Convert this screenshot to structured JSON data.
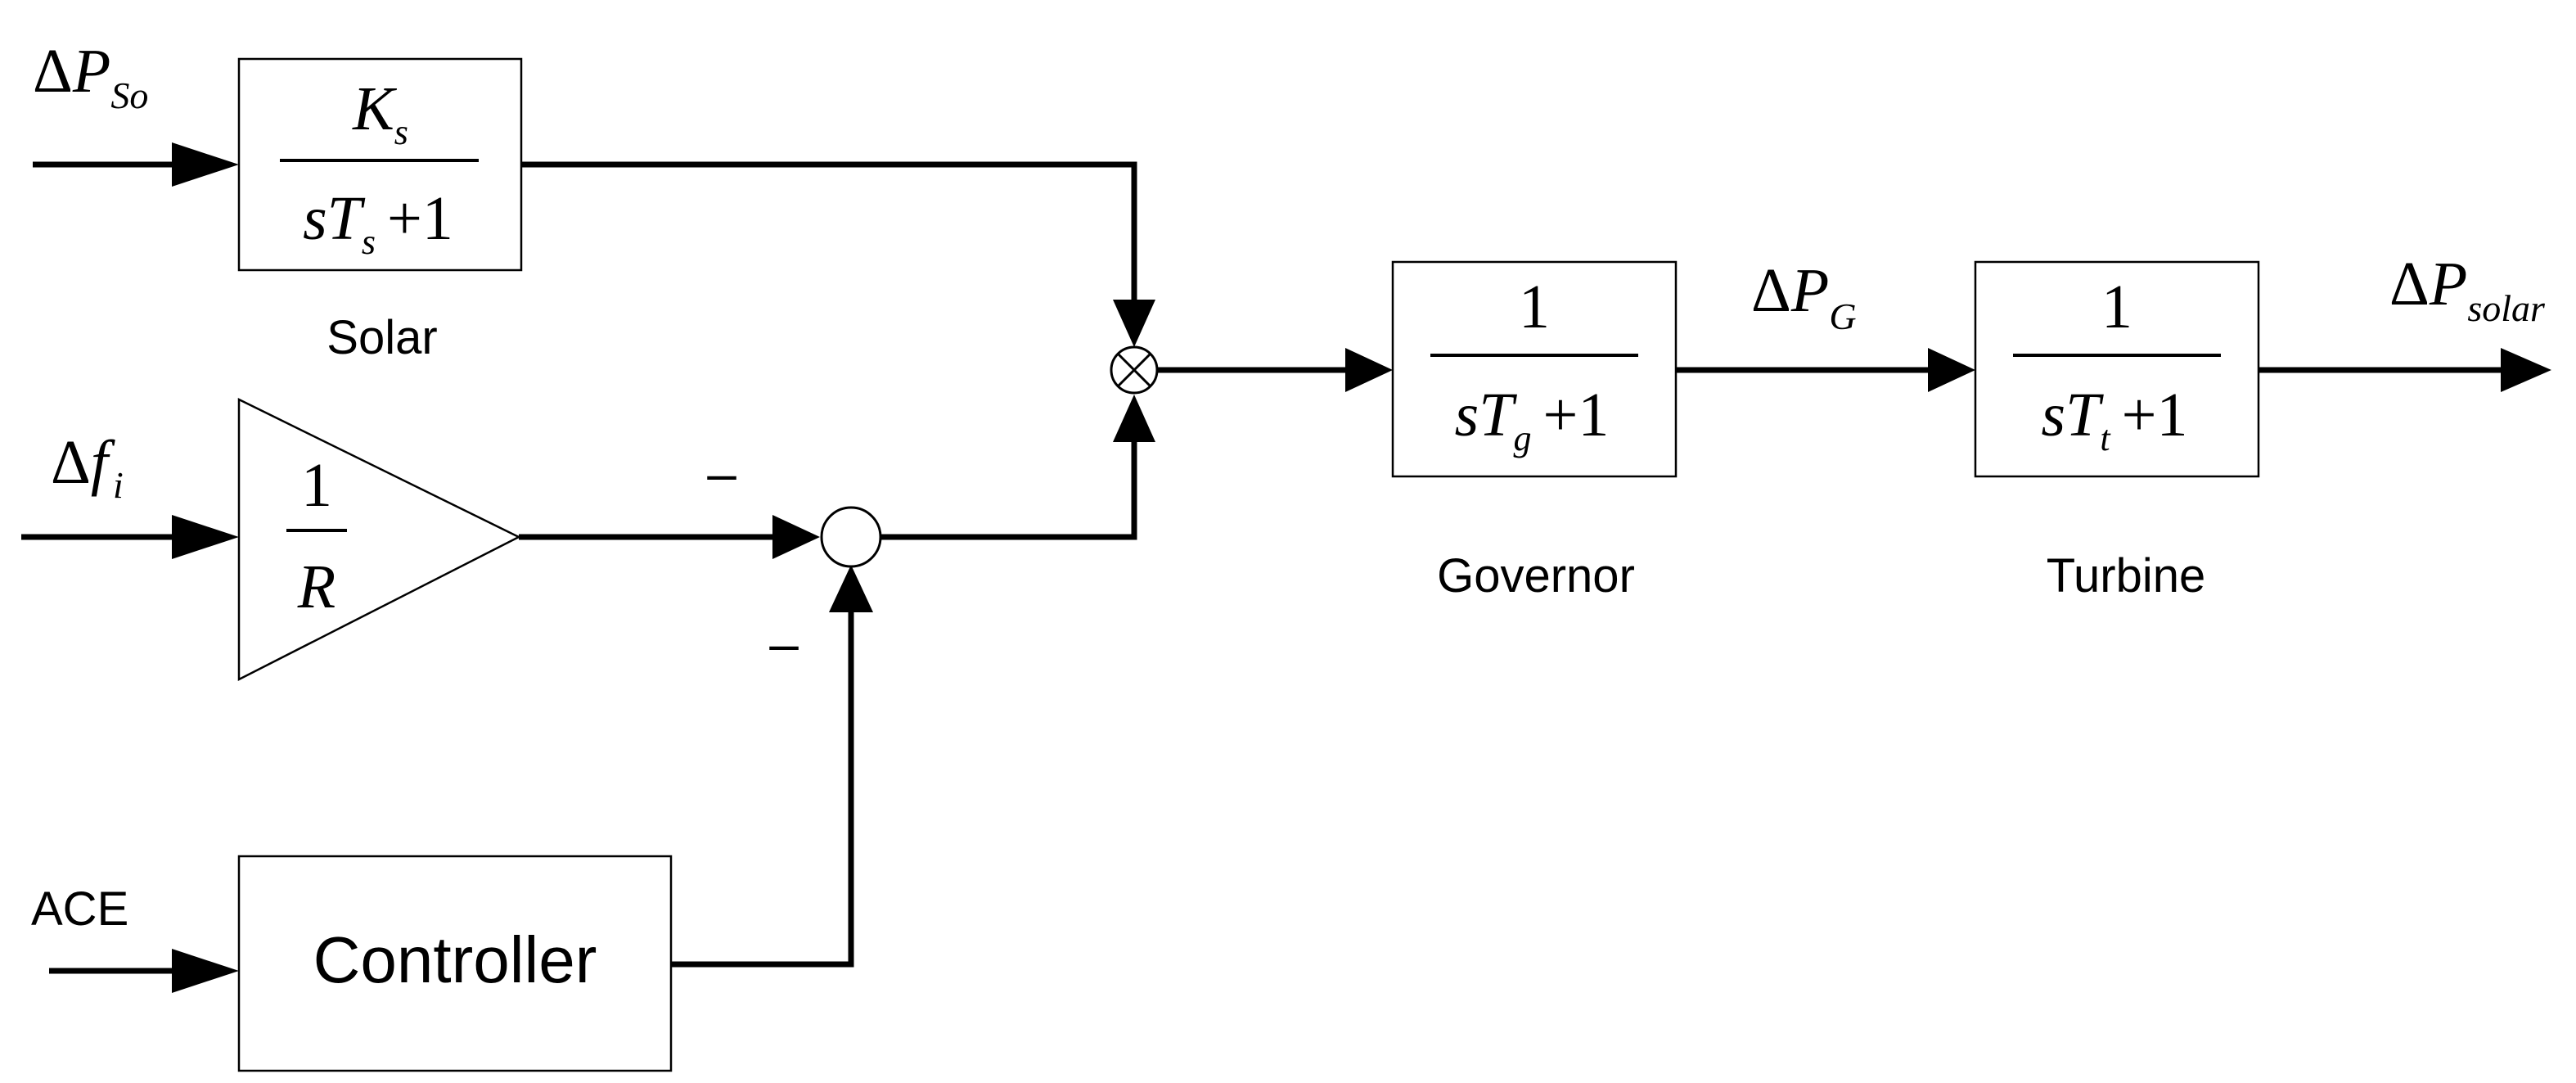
{
  "inputs": {
    "delta_p_so": {
      "delta": "Δ",
      "main": "P",
      "sub": "So"
    },
    "delta_f_i": {
      "delta": "Δ",
      "main": "f",
      "sub": "i"
    },
    "ace": "ACE"
  },
  "blocks": {
    "solar": {
      "numerator": {
        "main": "K",
        "sub": "s"
      },
      "denominator": {
        "pre": "s",
        "main": "T",
        "sub": "s",
        "post": "+1"
      },
      "label": "Solar"
    },
    "droop": {
      "numerator": "1",
      "denominator": "R"
    },
    "controller": {
      "label": "Controller"
    },
    "governor": {
      "numerator": "1",
      "denominator": {
        "pre": "s",
        "main": "T",
        "sub": "g",
        "post": "+1"
      },
      "label": "Governor"
    },
    "turbine": {
      "numerator": "1",
      "denominator": {
        "pre": "s",
        "main": "T",
        "sub": "t",
        "post": "+1"
      },
      "label": "Turbine"
    }
  },
  "signals": {
    "delta_p_g": {
      "delta": "Δ",
      "main": "P",
      "sub": "G"
    },
    "delta_p_solar": {
      "delta": "Δ",
      "main": "P",
      "sub": "solar"
    }
  },
  "summing_signs": {
    "droop_sign": "–",
    "controller_sign": "–"
  }
}
